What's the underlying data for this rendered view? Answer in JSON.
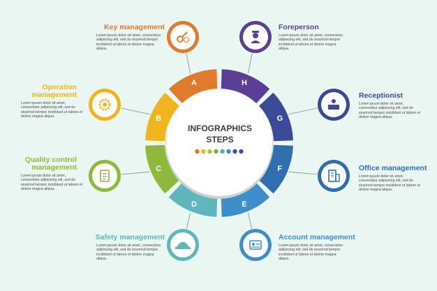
{
  "center": {
    "title_line1": "INFOGRAPHICS",
    "title_line2": "STEPS",
    "dot_colors": [
      "#e8742a",
      "#f1b41c",
      "#b3c536",
      "#7cb342",
      "#4fb0b8",
      "#3b8fc8",
      "#4a4f9c",
      "#6a3d9a"
    ]
  },
  "body_text": "Lorem ipsum dolor sit amet, consectetur adipiscing elit, sed do eiusmod tempor incididunt ut labore et dolore magna aliqua.",
  "steps": [
    {
      "letter": "A",
      "title": "Key management",
      "color": "#e07b2d",
      "icon": "key-gear-icon"
    },
    {
      "letter": "B",
      "title": "Operation management",
      "title_line1": "Operation",
      "title_line2": "management",
      "color": "#f0b51c",
      "icon": "gear-settings-icon"
    },
    {
      "letter": "C",
      "title": "Quality control management",
      "title_line1": "Quality control",
      "title_line2": "management",
      "color": "#8fb93a",
      "icon": "checklist-icon"
    },
    {
      "letter": "D",
      "title": "Safety management",
      "color": "#5fb7bd",
      "icon": "hard-hat-icon"
    },
    {
      "letter": "E",
      "title": "Account management",
      "color": "#3d8ec9",
      "icon": "account-card-icon"
    },
    {
      "letter": "F",
      "title": "Office management",
      "color": "#2f6fae",
      "icon": "office-building-icon"
    },
    {
      "letter": "G",
      "title": "Receptionist",
      "color": "#3a4a97",
      "icon": "reception-desk-icon"
    },
    {
      "letter": "H",
      "title": "Foreperson",
      "color": "#5a3f95",
      "icon": "foreman-icon"
    }
  ]
}
